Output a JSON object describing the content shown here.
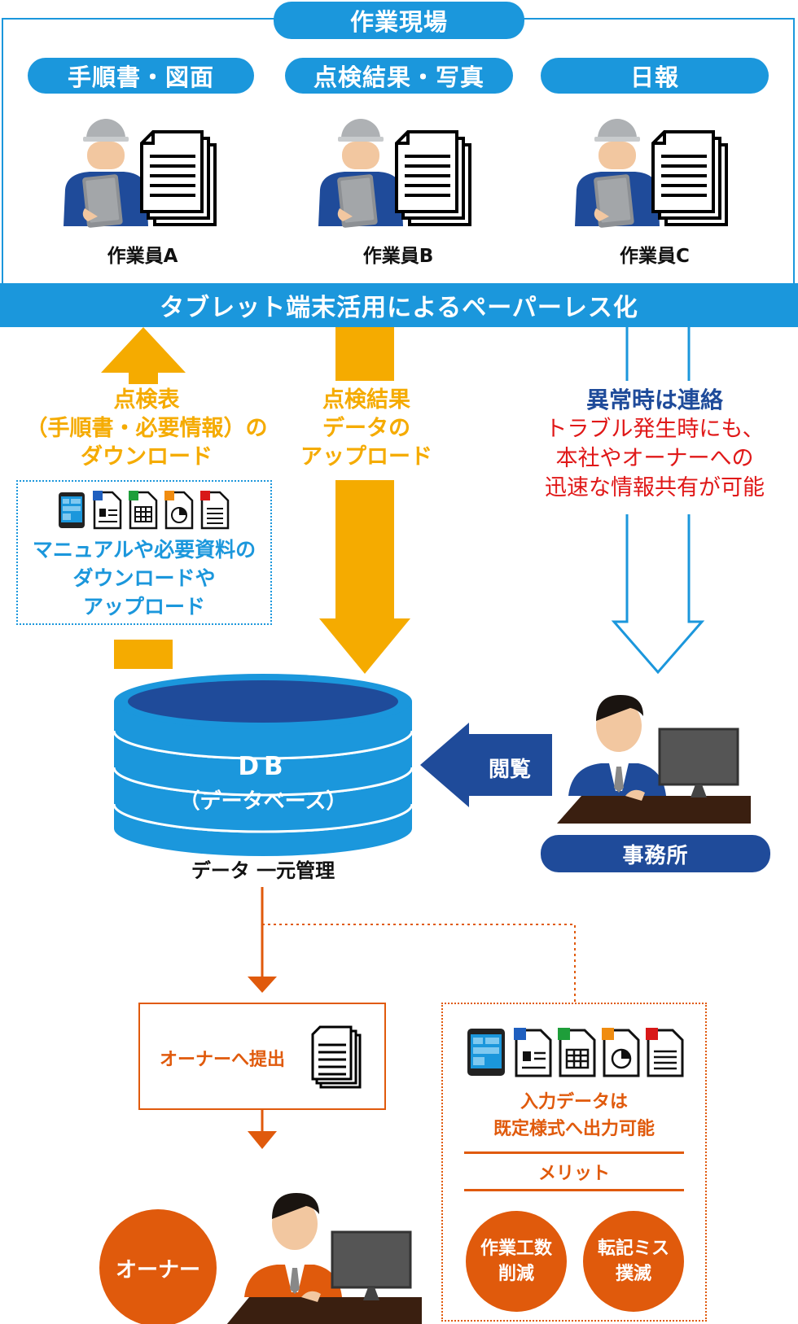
{
  "site": {
    "title": "作業現場",
    "categories": [
      "手順書・図面",
      "点検結果・写真",
      "日報"
    ],
    "workers": [
      "作業員A",
      "作業員B",
      "作業員C"
    ],
    "banner": "タブレット端末活用によるペーパーレス化"
  },
  "download": {
    "lines": [
      "点検表",
      "（手順書・必要情報）の",
      "ダウンロード"
    ],
    "note_lines": [
      "マニュアルや必要資料の",
      "ダウンロードや",
      "アップロード"
    ]
  },
  "upload": {
    "lines": [
      "点検結果",
      "データの",
      "アップロード"
    ]
  },
  "alert": {
    "title": "異常時は連絡",
    "lines": [
      "トラブル発生時にも、",
      "本社やオーナーへの",
      "迅速な情報共有が可能"
    ]
  },
  "db": {
    "title": "DB",
    "subtitle": "（データベース）",
    "caption": "データ 一元管理"
  },
  "office": {
    "browse": "閲覧",
    "label": "事務所"
  },
  "owner": {
    "submit": "オーナーへ提出",
    "label": "オーナー"
  },
  "output": {
    "lines": [
      "入力データは",
      "既定様式へ出力可能"
    ],
    "merit_label": "メリット",
    "merits": [
      [
        "作業工数",
        "削減"
      ],
      [
        "転記ミス",
        "撲滅"
      ]
    ]
  },
  "colors": {
    "sky_blue": "#1b97dc",
    "navy": "#1f4b9a",
    "orange_arrow": "#f5ab00",
    "owner_orange": "#e05a0c",
    "alert_red": "#e01818",
    "alert_title_navy": "#1f4b9a"
  }
}
